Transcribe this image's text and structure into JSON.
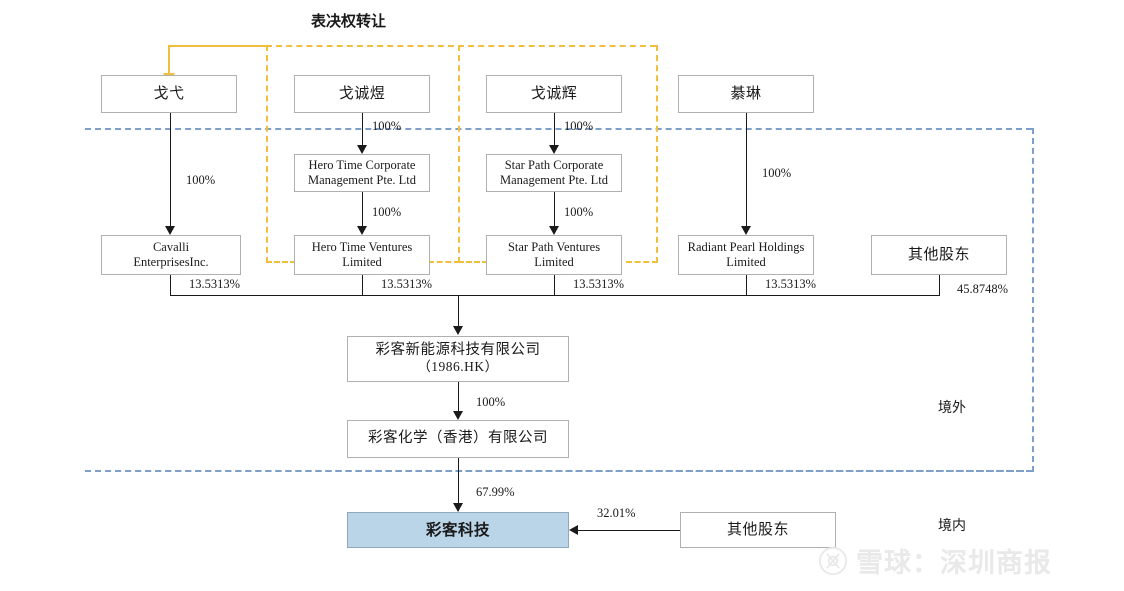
{
  "diagram": {
    "title": "表决权转让",
    "region_labels": {
      "offshore": "境外",
      "onshore": "境内"
    },
    "watermark": {
      "text": "雪球：深圳商报",
      "logo": "snowball-logo-icon"
    }
  },
  "tier1_individuals": [
    {
      "id": "ge-yi",
      "label": "戈弋",
      "stake_label": "100%"
    },
    {
      "id": "ge-chengyu",
      "label": "戈诚煜",
      "stake_label": "100%"
    },
    {
      "id": "ge-chenghui",
      "label": "戈诚辉",
      "stake_label": "100%"
    },
    {
      "id": "qi-lin",
      "label": "綦琳",
      "stake_label": "100%"
    }
  ],
  "tier2_management": [
    {
      "id": "hero-time-corp",
      "line1": "Hero Time Corporate",
      "line2": "Management Pte. Ltd",
      "stake_label": "100%"
    },
    {
      "id": "star-path-corp",
      "line1": "Star Path Corporate",
      "line2": "Management Pte. Ltd",
      "stake_label": "100%"
    }
  ],
  "tier3_shareholders": [
    {
      "id": "cavalli",
      "line1": "Cavalli",
      "line2": "EnterprisesInc.",
      "stake_label": "13.5313%",
      "type": "en"
    },
    {
      "id": "hero-time-v",
      "line1": "Hero Time Ventures",
      "line2": "Limited",
      "stake_label": "13.5313%",
      "type": "en"
    },
    {
      "id": "star-path-v",
      "line1": "Star Path Ventures",
      "line2": "Limited",
      "stake_label": "13.5313%",
      "type": "en"
    },
    {
      "id": "radiant-pearl",
      "line1": "Radiant Pearl Holdings",
      "line2": "Limited",
      "stake_label": "13.5313%",
      "type": "en"
    },
    {
      "id": "others-hk",
      "line1": "其他股东",
      "line2": "",
      "stake_label": "45.8748%",
      "type": "cn"
    }
  ],
  "listed_company": {
    "id": "caike-new-energy",
    "line1": "彩客新能源科技有限公司",
    "line2": "（1986.HK）",
    "stake_to_child": "100%"
  },
  "hk_subsidiary": {
    "id": "caike-chemical-hk",
    "label": "彩客化学（香港）有限公司",
    "stake_to_child": "67.99%"
  },
  "target_company": {
    "id": "caike-technology",
    "label": "彩客科技",
    "highlight_color": "#bad4e8"
  },
  "other_onshore_shareholders": {
    "id": "others-onshore",
    "label": "其他股东",
    "stake_label": "32.01%"
  },
  "colors": {
    "voting_transfer_line": "#f0bf3e",
    "region_boundary": "#7e9fc9",
    "connector": "#1a1a1a",
    "box_border": "#b0b0b0"
  }
}
